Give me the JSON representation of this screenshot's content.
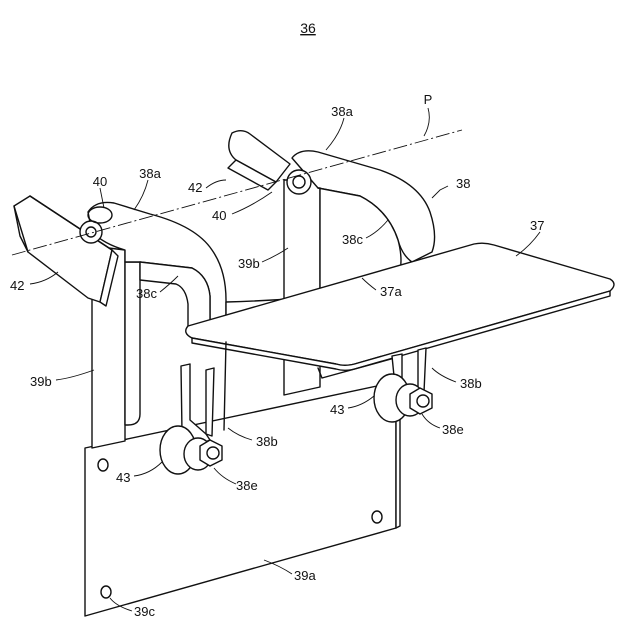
{
  "figure_number": "36",
  "labels": {
    "p": "P",
    "l38a_right": "38a",
    "l38": "38",
    "l37": "37",
    "l40_left": "40",
    "l38a_left": "38a",
    "l42_mid": "42",
    "l40_mid": "40",
    "l38c_right": "38c",
    "l39b_mid": "39b",
    "l37a": "37a",
    "l42_left": "42",
    "l38c_left": "38c",
    "l39b_left": "39b",
    "l38b_right": "38b",
    "l43_right": "43",
    "l38e_right": "38e",
    "l38b_left": "38b",
    "l43_left": "43",
    "l38e_left": "38e",
    "l39a": "39a",
    "l39c": "39c"
  }
}
